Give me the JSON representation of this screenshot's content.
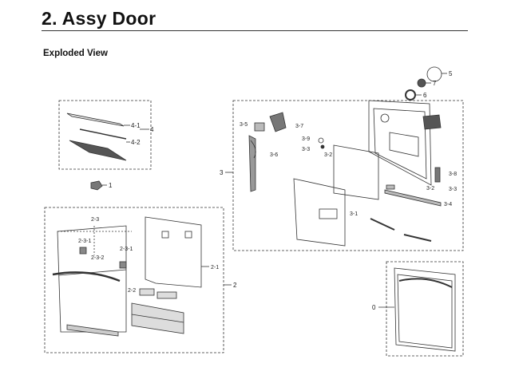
{
  "header": {
    "title": "2.  Assy Door",
    "subtitle": "Exploded View"
  },
  "callouts": {
    "c0": "0",
    "c1": "1",
    "c2": "2",
    "c2_1": "2-1",
    "c2_2": "2-2",
    "c2_3": "2-3",
    "c2_3_1a": "2-3-1",
    "c2_3_1b": "2-3-1",
    "c2_3_2": "2-3-2",
    "c3": "3",
    "c3_1": "3-1",
    "c3_2a": "3-2",
    "c3_2b": "3-2",
    "c3_3a": "3-3",
    "c3_3b": "3-3",
    "c3_4": "3-4",
    "c3_5": "3-5",
    "c3_6": "3-6",
    "c3_7": "3-7",
    "c3_8": "3-8",
    "c3_9": "3-9",
    "c4": "4",
    "c4_1": "4-1",
    "c4_2": "4-2",
    "c5": "5",
    "c6": "6",
    "c7": "7"
  }
}
